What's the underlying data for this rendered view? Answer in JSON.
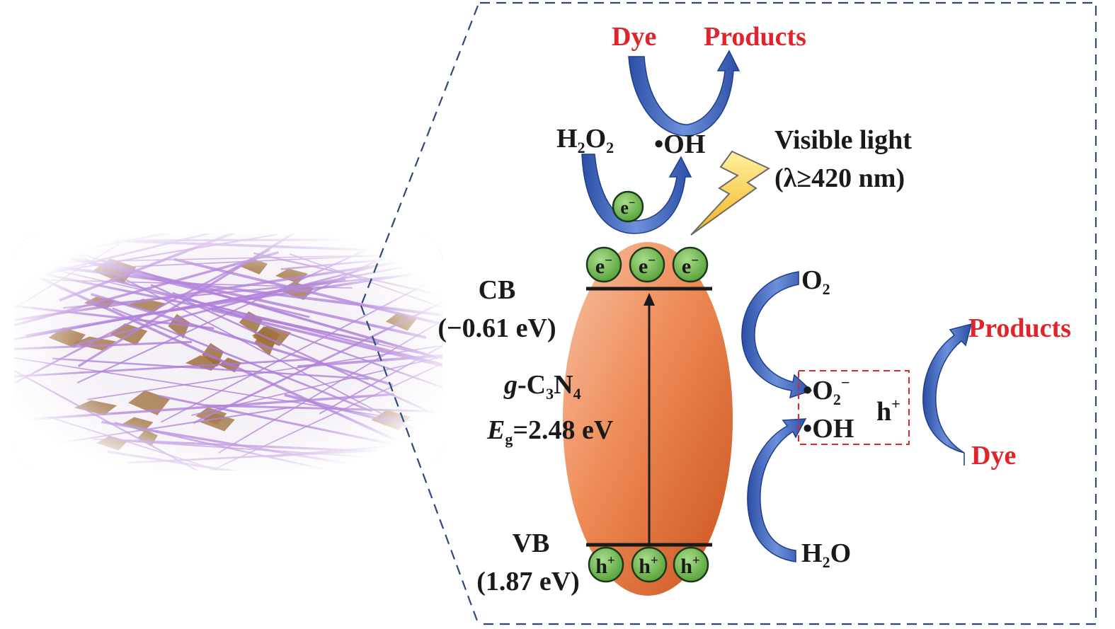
{
  "colors": {
    "frame_dash": "#2e4a7a",
    "arrow_blue": "#3156b0",
    "arrow_blue_light": "#6f93db",
    "particle_orange": "#e8723a",
    "carrier_green": "#6cb84a",
    "product_red": "#e0242b",
    "fiber_purple": "#a875d6",
    "flake_brown": "#9a6a34"
  },
  "diagram": {
    "top_cycle": {
      "reactant": "Dye",
      "product": "Products"
    },
    "h2o2_cycle": {
      "reactant_main": "H",
      "reactant_sub1": "2",
      "reactant_mid": "O",
      "reactant_sub2": "2",
      "product": "•OH"
    },
    "light": {
      "line1": "Visible light",
      "line2": "(λ≥420 nm)"
    },
    "carriers": {
      "electron": "e",
      "electron_sup": "−",
      "hole": "h",
      "hole_sup": "+"
    },
    "cb": {
      "name": "CB",
      "energy": "(−0.61 eV)"
    },
    "vb": {
      "name": "VB",
      "energy": "(1.87 eV)"
    },
    "catalyst": {
      "prefix": "g",
      "dash": "-C",
      "sub1": "3",
      "mid": "N",
      "sub2": "4",
      "gap_symbol": "E",
      "gap_sub": "g",
      "gap_value": "=2.48 eV"
    },
    "right_side": {
      "o2_main": "O",
      "o2_sub": "2",
      "radical_o2_main": "•O",
      "radical_o2_sub": "2",
      "radical_o2_sup": "−",
      "radical_oh": "•OH",
      "hole": "h",
      "hole_sup": "+",
      "h2o_main": "H",
      "h2o_sub": "2",
      "h2o_end": "O",
      "products": "Products",
      "dye": "Dye"
    }
  }
}
